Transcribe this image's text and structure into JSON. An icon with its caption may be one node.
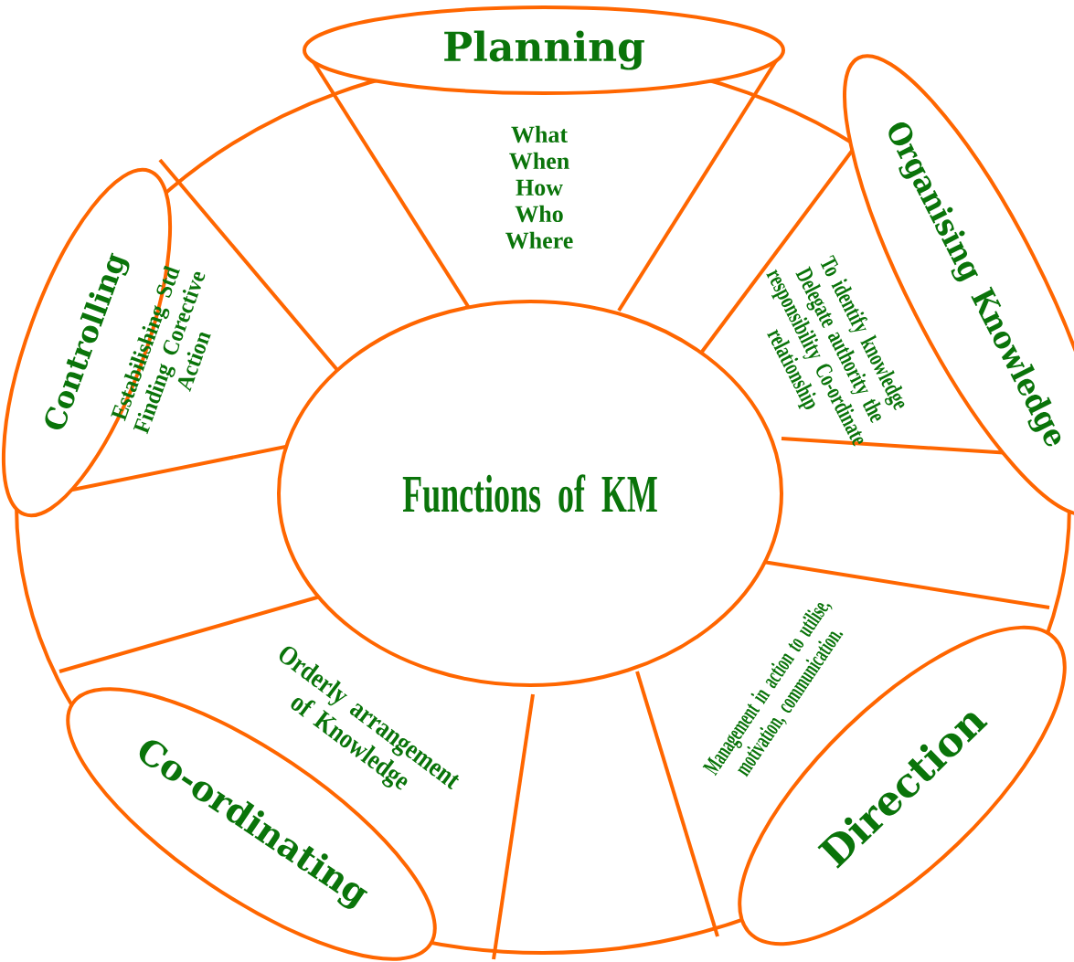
{
  "diagram": {
    "nodes": [
      {
        "text": [
          "Functions of KM"
        ]
      },
      {
        "text": [
          "Planning"
        ]
      },
      {
        "text": [
          "Organising Knowledge"
        ]
      },
      {
        "text": [
          "Direction"
        ]
      },
      {
        "text": [
          "Co-ordinating"
        ]
      },
      {
        "text": [
          "Controlling"
        ]
      }
    ],
    "labels": [
      "What When How Who Where",
      "To identify knowledge Delegate authority the responsibility Co-ordinate relationship",
      "Management in action to utilise, motivation, communication.",
      "Orderly arrangement of Knowledge",
      "Estabilishing Std Finding Corective Action"
    ]
  }
}
